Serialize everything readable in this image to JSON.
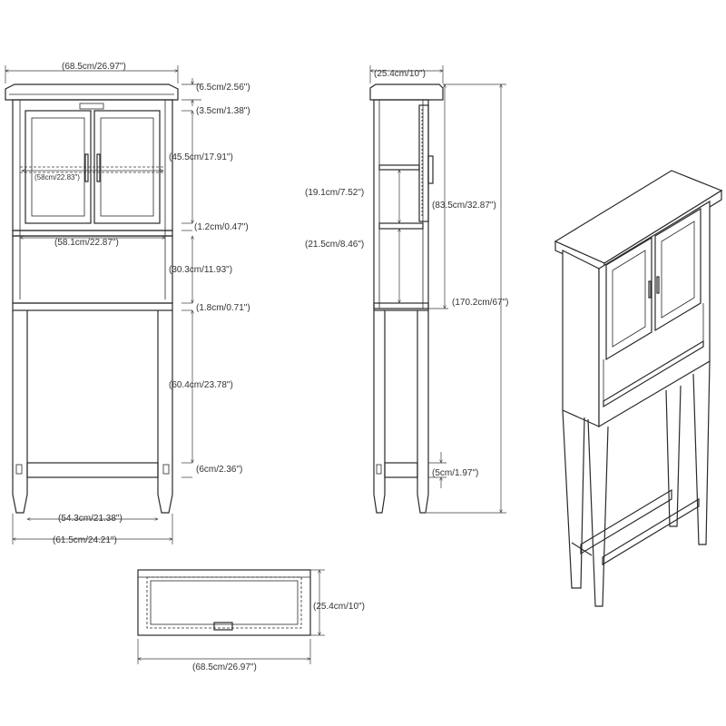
{
  "front_view": {
    "width_top": "(68.5cm/26.97\")",
    "crown_height": "(6.5cm/2.56\")",
    "top_gap": "(3.5cm/1.38\")",
    "door_height": "(45.5cm/17.91\")",
    "inner_shelf_width": "(58cm/22.83\")",
    "shelf_thickness_1": "(1.2cm/0.47\")",
    "shelf_width": "(58.1cm/22.87\")",
    "open_height": "(30.3cm/11.93\")",
    "shelf_thickness_2": "(1.8cm/0.71\")",
    "leg_height": "(60.4cm/23.78\")",
    "foot_height": "(6cm/2.36\")",
    "inner_leg_width": "(54.3cm/21.38\")",
    "overall_leg_width": "(61.5cm/24.21\")"
  },
  "side_view": {
    "depth_top": "(25.4cm/10\")",
    "shelf_spacing_1": "(19.1cm/7.52\")",
    "shelf_spacing_2": "(21.5cm/8.46\")",
    "cabinet_height": "(83.5cm/32.87\")",
    "total_height": "(170.2cm/67\")",
    "foot_height": "(5cm/1.97\")"
  },
  "top_view": {
    "depth": "(25.4cm/10\")",
    "width": "(68.5cm/26.97\")"
  }
}
